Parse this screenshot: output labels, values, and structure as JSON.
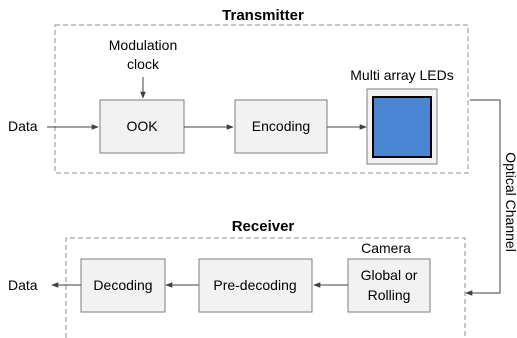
{
  "transmitter": {
    "title": "Transmitter",
    "modulation_clock_line1": "Modulation",
    "modulation_clock_line2": "clock",
    "input_label": "Data",
    "ook_label": "OOK",
    "encoding_label": "Encoding",
    "led_label": "Multi array LEDs"
  },
  "channel": {
    "label": "Optical Channel"
  },
  "receiver": {
    "title": "Receiver",
    "camera_label": "Camera",
    "camera_box_line1": "Global or",
    "camera_box_line2": "Rolling",
    "predecoding_label": "Pre-decoding",
    "decoding_label": "Decoding",
    "output_label": "Data"
  },
  "colors": {
    "led_fill": "#4a86d4",
    "box_fill": "#f2f2f2",
    "box_stroke": "#7f7f7f",
    "dashed_stroke": "#8c8c8c"
  }
}
